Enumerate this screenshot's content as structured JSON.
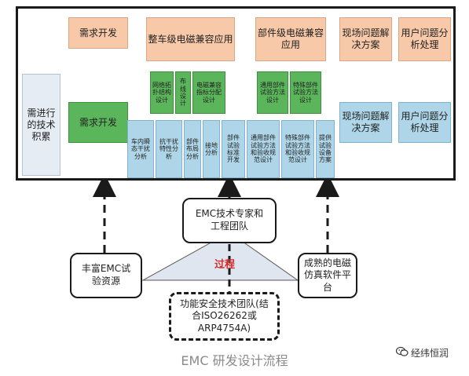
{
  "top": {
    "demand_dev": "需求开发",
    "vehicle_emc": "整车级电磁兼容应用",
    "part_emc": "部件级电磁兼容应用",
    "field_solution": "现场问题解决方案",
    "user_analysis": "用户问题分析处理"
  },
  "left": {
    "accumulation": "需进行的技术积累"
  },
  "middle": {
    "demand_dev": "需求开发",
    "field_solution": "现场问题解决方案",
    "user_analysis": "用户问题分析处理"
  },
  "green_small": [
    "网络拓扑结构设计",
    "布线设计",
    "电磁兼容指标分配设计",
    "通用部件试验方法设计",
    "特殊部件试验方法设计"
  ],
  "blue_tall": [
    "车内瞬态干扰分析",
    "抗干扰特性分析",
    "部件布局分析",
    "接地分析",
    "部件试验标准开发",
    "通用部件试验方法和验收规范设计",
    "特殊部件试验方法和验收规范设计",
    "提供试验设备方案"
  ],
  "bottom": {
    "expert_team": "EMC技术专家和工程团队",
    "test_resources": "丰富EMC试验资源",
    "simulation": "成熟的电磁仿真软件平台",
    "process": "过程",
    "safety_team": "功能安全技术团队(结合ISO26262或ARP4754A)"
  },
  "caption": "EMC 研发设计流程",
  "watermark": "经纬恒润",
  "colors": {
    "orange": "#f8c9a8",
    "green": "#5bb55b",
    "blue": "#aed6e8",
    "grey": "#e6ecf4",
    "process_red": "#d42b2b"
  }
}
